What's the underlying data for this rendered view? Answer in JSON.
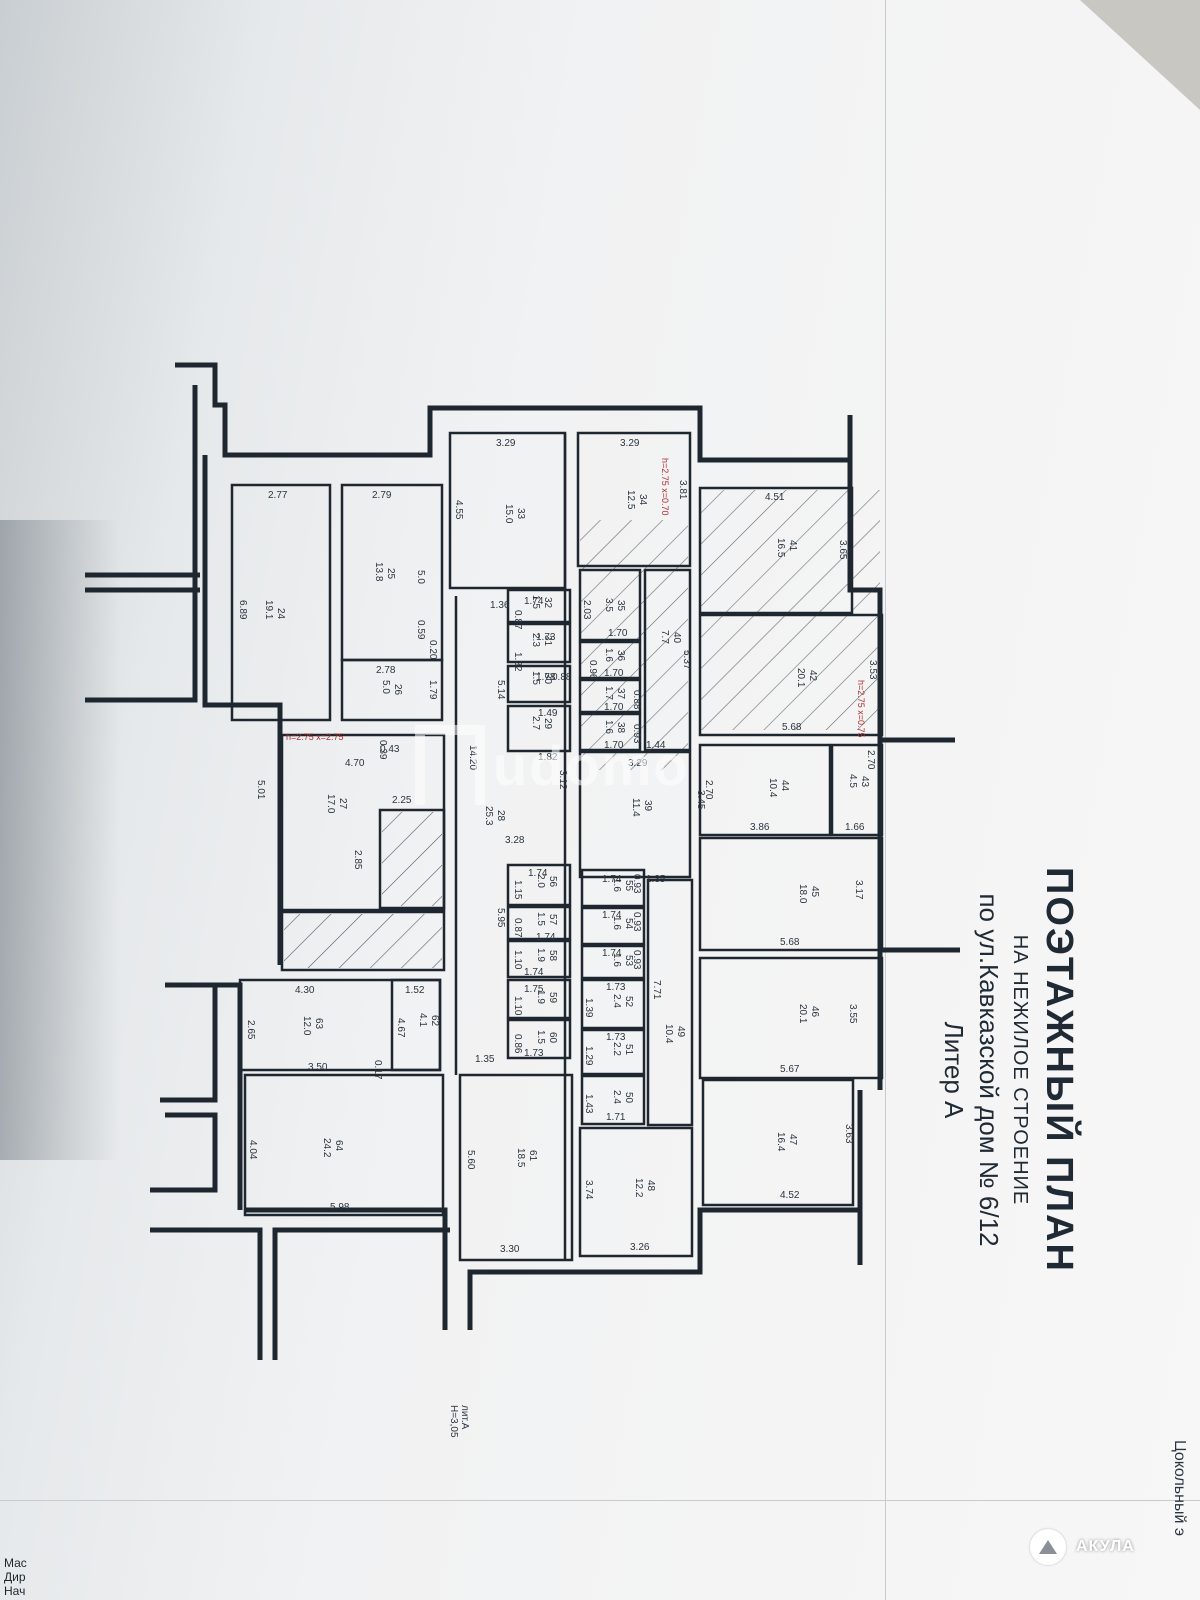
{
  "title": {
    "line1": "ПОЭТАЖНЫЙ ПЛАН",
    "line2": "НА НЕЖИЛОЕ СТРОЕНИЕ",
    "line3": "по ул.Кавказской дом № 6/12",
    "line4": "Литер А"
  },
  "edge_note": "Цокольный э",
  "liter_note": {
    "line1": "лит.А",
    "line2": "Н=3,05"
  },
  "watermark": "udomo",
  "stamp_label": "АКУЛА",
  "bottom_left_letters": [
    "Мас",
    "Дир",
    "Нач"
  ],
  "rooms": [
    {
      "id": "24",
      "area": "19.1",
      "dims": [
        "2.77",
        "6.89"
      ]
    },
    {
      "id": "25",
      "area": "13.8",
      "dims": [
        "2.79",
        "5.0",
        "0.59",
        "0.20"
      ]
    },
    {
      "id": "26",
      "area": "5.0",
      "dims": [
        "2.78",
        "1.79"
      ]
    },
    {
      "id": "27",
      "area": "17.0",
      "dims": [
        "4.70",
        "5.01",
        "2.25",
        "2.85",
        "0.43",
        "0.39"
      ],
      "note": "h=2.75 x=2.75"
    },
    {
      "id": "28",
      "area": "25.3",
      "dims": [
        "14.20",
        "3.12",
        "3.28",
        "5.14",
        "5.95",
        "1.36",
        "1.35"
      ]
    },
    {
      "id": "29",
      "area": "2.7",
      "dims": [
        "1.49",
        "1.82"
      ]
    },
    {
      "id": "30",
      "area": "1.5",
      "dims": [
        "1.73",
        "0.88"
      ]
    },
    {
      "id": "31",
      "area": "2.3",
      "dims": [
        "1.73",
        "1.32"
      ]
    },
    {
      "id": "32",
      "area": "1.5",
      "dims": [
        "1.74",
        "0.87"
      ]
    },
    {
      "id": "33",
      "area": "15.0",
      "dims": [
        "3.29",
        "4.55"
      ]
    },
    {
      "id": "34",
      "area": "12.5",
      "dims": [
        "3.29",
        "3.81"
      ],
      "note": "h=2.75 x=0.70"
    },
    {
      "id": "35",
      "area": "3.5",
      "dims": [
        "2.03",
        "1.70"
      ]
    },
    {
      "id": "36",
      "area": "1.6",
      "dims": [
        "0.96",
        "1.70"
      ]
    },
    {
      "id": "37",
      "area": "1.7",
      "dims": [
        "0.88",
        "1.70"
      ]
    },
    {
      "id": "38",
      "area": "1.6",
      "dims": [
        "0.93",
        "1.70"
      ]
    },
    {
      "id": "39",
      "area": "11.4",
      "dims": [
        "3.29",
        "3.45"
      ]
    },
    {
      "id": "40",
      "area": "7.7",
      "dims": [
        "5.37",
        "1.44"
      ]
    },
    {
      "id": "41",
      "area": "16.5",
      "dims": [
        "4.51",
        "3.65"
      ]
    },
    {
      "id": "42",
      "area": "20.1",
      "dims": [
        "5.68",
        "3.53"
      ],
      "note": "h=2.75 x=0.75"
    },
    {
      "id": "43",
      "area": "4.5",
      "dims": [
        "2.70",
        "1.66"
      ]
    },
    {
      "id": "44",
      "area": "10.4",
      "dims": [
        "2.70",
        "3.86"
      ]
    },
    {
      "id": "45",
      "area": "18.0",
      "dims": [
        "5.68",
        "3.17"
      ]
    },
    {
      "id": "46",
      "area": "20.1",
      "dims": [
        "5.67",
        "3.55"
      ]
    },
    {
      "id": "47",
      "area": "16.4",
      "dims": [
        "4.52",
        "3.63"
      ]
    },
    {
      "id": "48",
      "area": "12.2",
      "dims": [
        "3.26",
        "3.74"
      ]
    },
    {
      "id": "49",
      "area": "10.4",
      "dims": [
        "7.71",
        "1.35"
      ]
    },
    {
      "id": "50",
      "area": "2.4",
      "dims": [
        "1.71",
        "1.43"
      ]
    },
    {
      "id": "51",
      "area": "2.2",
      "dims": [
        "1.73",
        "1.29"
      ]
    },
    {
      "id": "52",
      "area": "2.4",
      "dims": [
        "1.73",
        "1.39"
      ]
    },
    {
      "id": "53",
      "area": "1.6",
      "dims": [
        "1.74",
        "0.93"
      ]
    },
    {
      "id": "54",
      "area": "1.6",
      "dims": [
        "1.74",
        "0.93"
      ]
    },
    {
      "id": "55",
      "area": "1.6",
      "dims": [
        "1.74",
        "0.93"
      ]
    },
    {
      "id": "56",
      "area": "2.0",
      "dims": [
        "1.74",
        "1.15"
      ]
    },
    {
      "id": "57",
      "area": "1.5",
      "dims": [
        "1.74",
        "0.87"
      ]
    },
    {
      "id": "58",
      "area": "1.9",
      "dims": [
        "1.74",
        "1.10"
      ]
    },
    {
      "id": "59",
      "area": "1.9",
      "dims": [
        "1.75",
        "1.10"
      ]
    },
    {
      "id": "60",
      "area": "1.5",
      "dims": [
        "1.73",
        "0.86"
      ]
    },
    {
      "id": "61",
      "area": "18.5",
      "dims": [
        "3.30",
        "5.60"
      ]
    },
    {
      "id": "62",
      "area": "4.1",
      "dims": [
        "1.52",
        "4.67"
      ]
    },
    {
      "id": "63",
      "area": "12.0",
      "dims": [
        "4.30",
        "2.65",
        "3.50",
        "0.17"
      ]
    },
    {
      "id": "64",
      "area": "24.2",
      "dims": [
        "5.98",
        "4.04"
      ]
    }
  ]
}
